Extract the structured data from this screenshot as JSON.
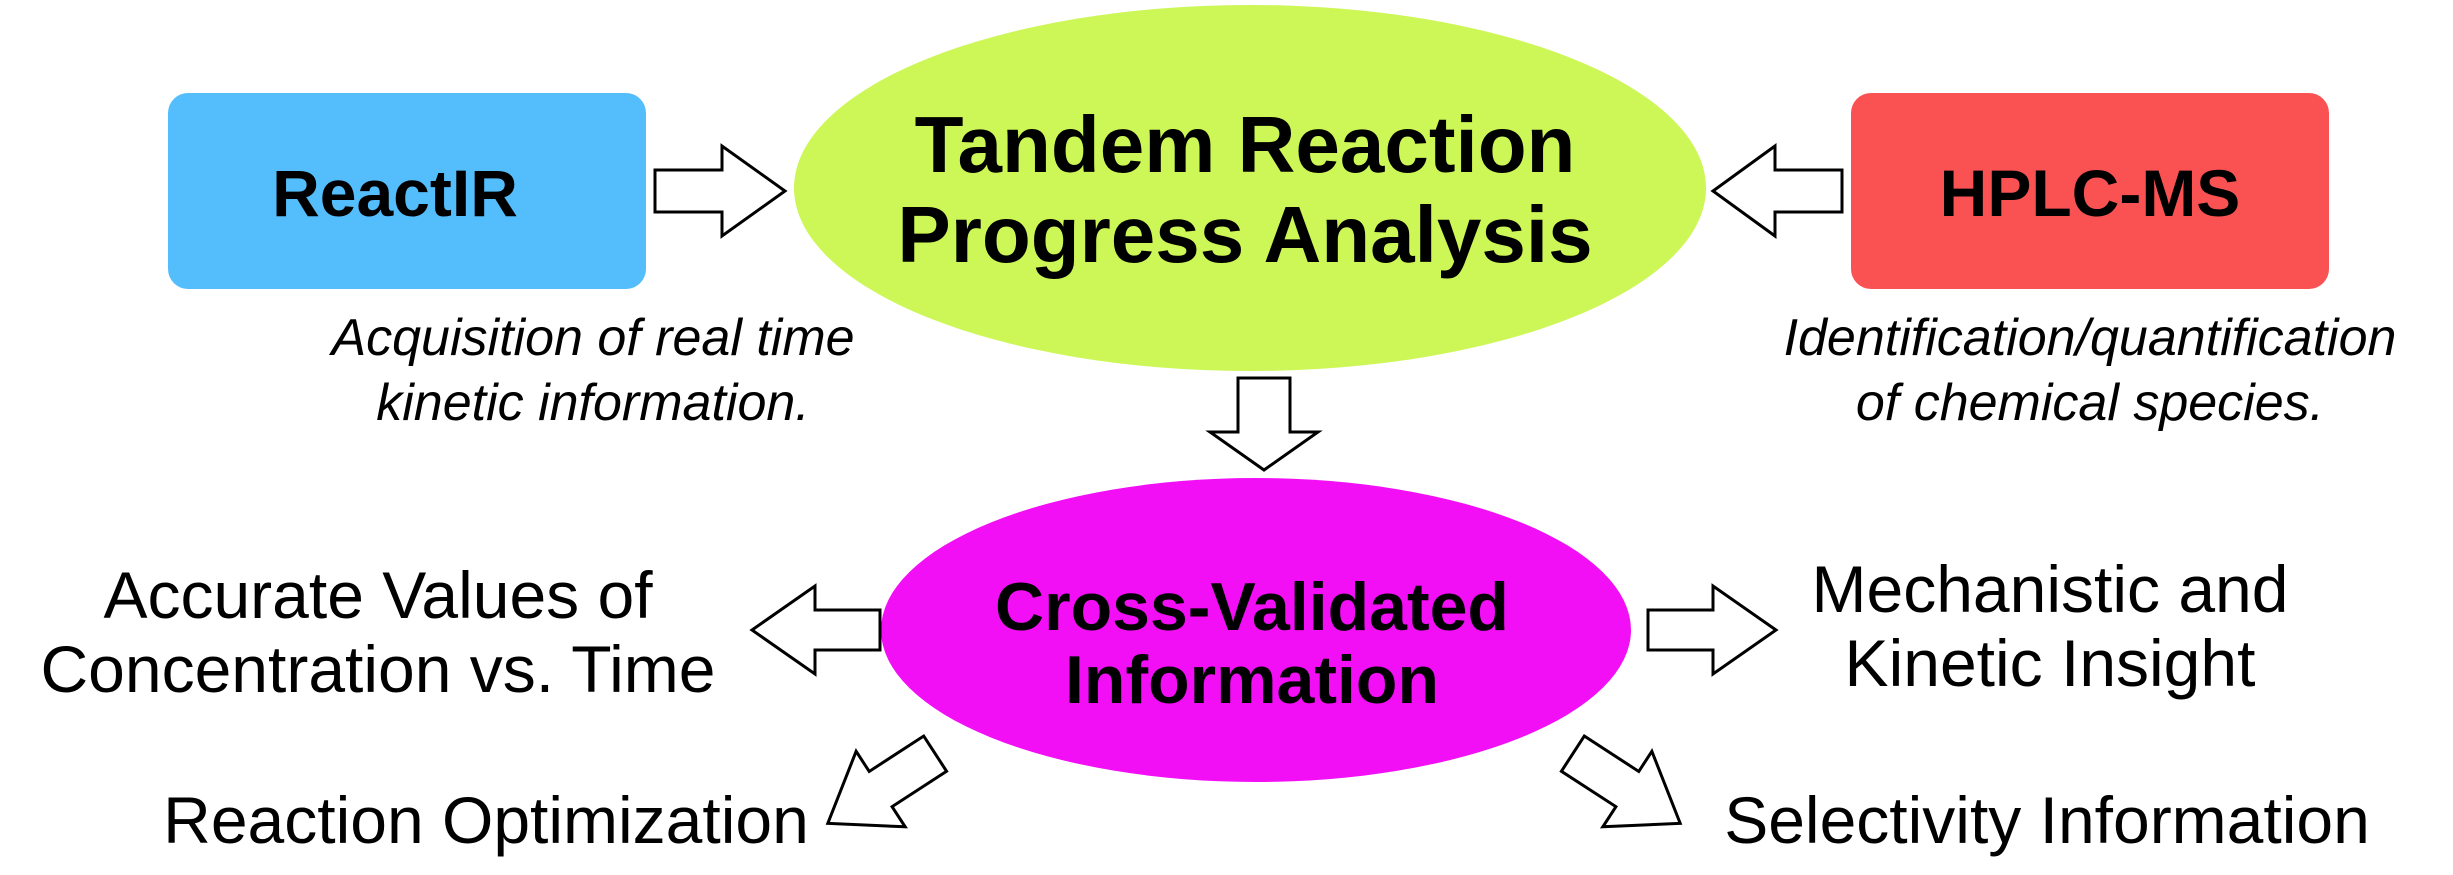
{
  "nodes": {
    "reactir": {
      "label": "ReactIR",
      "color": "#54bdfb"
    },
    "hplc": {
      "label": "HPLC-MS",
      "color": "#fa5252"
    },
    "tandem": {
      "line1": "Tandem Reaction",
      "line2": "Progress Analysis",
      "color": "#cdf657"
    },
    "cross": {
      "line1": "Cross-Validated",
      "line2": "Information",
      "color": "#f20ef5"
    }
  },
  "captions": {
    "reactir": {
      "line1": "Acquisition of real time",
      "line2": "kinetic information."
    },
    "hplc": {
      "line1": "Identification/quantification",
      "line2": "of chemical species."
    }
  },
  "outcomes": {
    "concentration": {
      "line1": "Accurate Values of",
      "line2": "Concentration vs. Time"
    },
    "mechanistic": {
      "line1": "Mechanistic and",
      "line2": "Kinetic Insight"
    },
    "optimization": {
      "line1": "Reaction Optimization"
    },
    "selectivity": {
      "line1": "Selectivity Information"
    }
  }
}
